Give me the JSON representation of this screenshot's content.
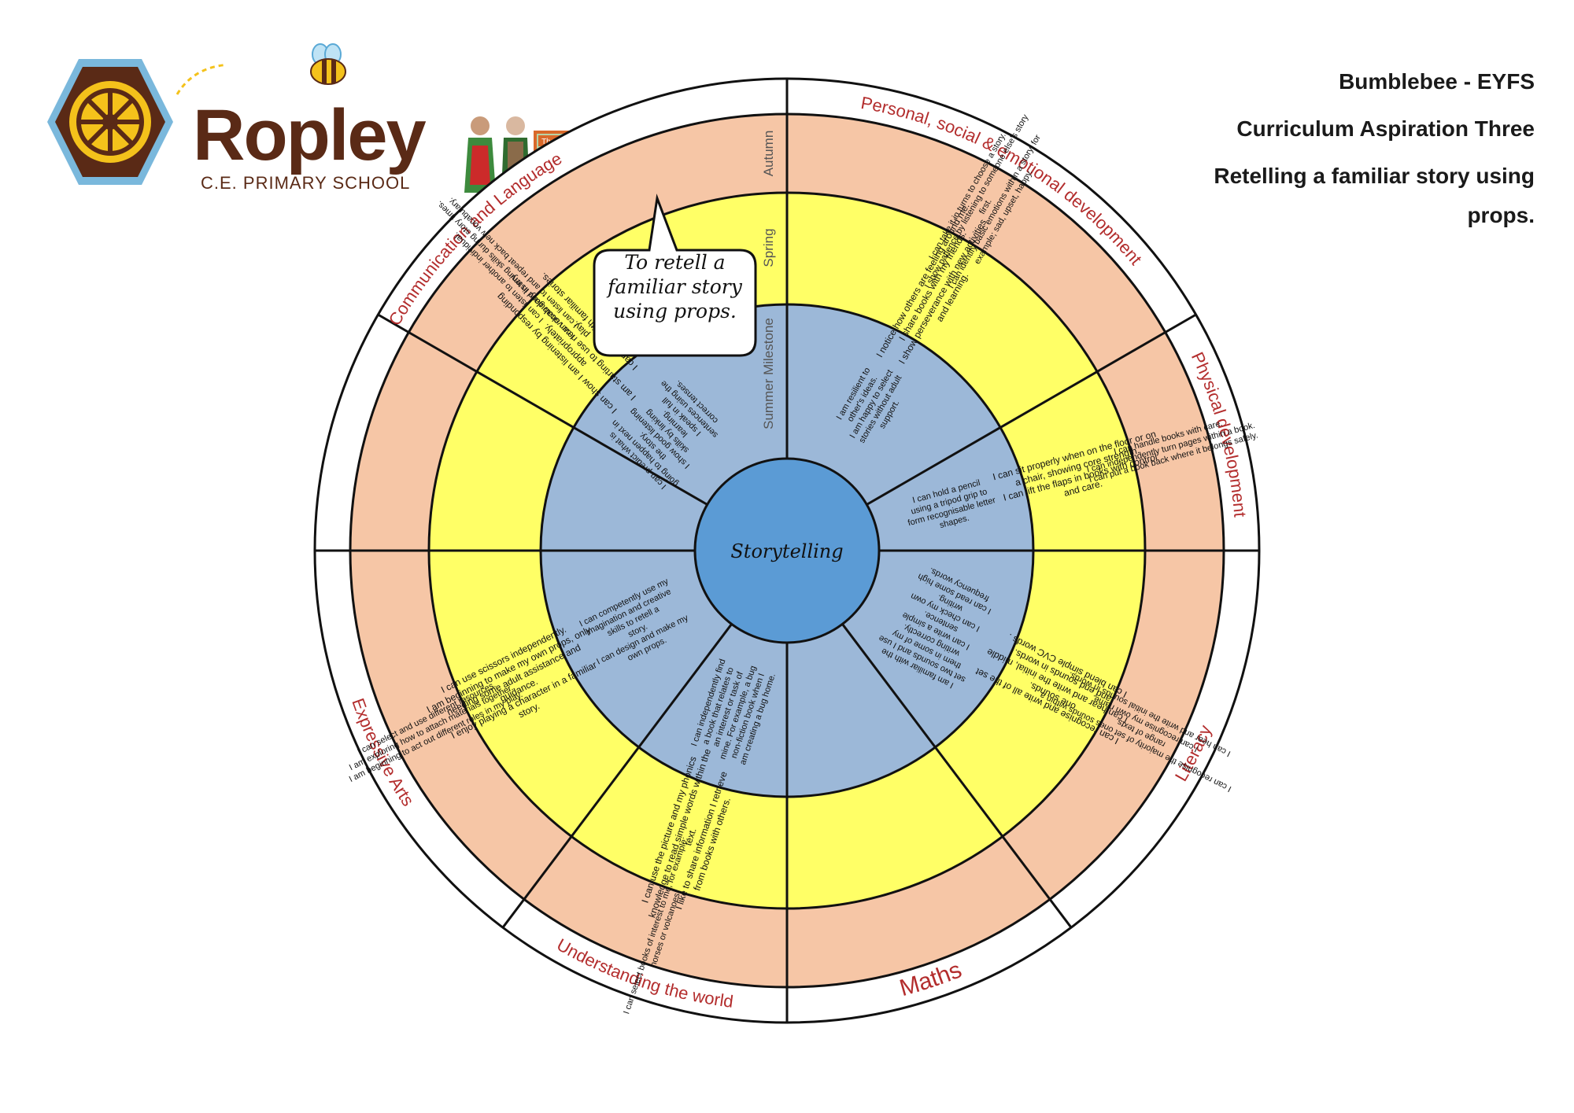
{
  "header": {
    "line1": "Bumblebee - EYFS",
    "line2": "Curriculum Aspiration Three",
    "line3": "Retelling a familiar  story using",
    "line4": "props."
  },
  "logo": {
    "name": "Ropley",
    "subtitle": "C.E. PRIMARY SCHOOL"
  },
  "speech_bubble": {
    "lines": [
      "To retell a",
      "familiar story",
      "using props."
    ]
  },
  "props_image": {
    "book_title": "The Gingerbread Man"
  },
  "wheel": {
    "centre": "Storytelling",
    "ring_labels": {
      "autumn": "Autumn",
      "spring": "Spring",
      "summer": "Summer Milestone"
    },
    "colors": {
      "outer": "#f6c6a6",
      "middle": "#ffff66",
      "inner": "#9cb8d8",
      "centre": "#5b9bd5",
      "label": "#b32d2d",
      "stroke": "#111111"
    },
    "sectors": [
      {
        "label": "Personal, social & emotional development",
        "autumn": "I can take it in turns to choose a story.\nI show patience by listening to someone else's story first.\nI can identify basic emotions within a story, for example; sad, upset, happy.",
        "spring": "I notice how others are feeling around me.\nI share books with my friends.\nI show perseverance with new activities and learning.",
        "summer": "I am resilient to other's ideas.\nI am happy to select stories without adult support."
      },
      {
        "label": "Physical development",
        "autumn": "I can handle books with care.\nI can independently turn pages within a book.\nI can put a book back where it belongs safely.",
        "spring": "I can sit properly when on the floor or on a chair, showing core strength.\nI can lift the flaps in books with control and care.",
        "summer": "I can hold a pencil using a tripod grip to form recognisable letter shapes."
      },
      {
        "label": "Literacy",
        "autumn": "I can recognise the majority of set ones sounds within a range of texts.\nI can recognise my own name.\nI can hear and write the initial sounds in words.",
        "spring": "I can recognise and write all of the set one sounds.\nI can hear and write the initial, middle and end sounds in words.\nI can blend simple CVC words .",
        "summer": "I am familiar with the set two sounds and I use them in some of my writing correctly.\nI can write a simple sentence.\nI can check my own writing.\nI can read some high frequency words."
      },
      {
        "label": "Maths",
        "autumn": "",
        "spring": "",
        "summer": ""
      },
      {
        "label": "Understanding the world",
        "autumn": "I can select books of interest to me, for example; horses or volcanoes.",
        "spring": "I can use the picture and my phonics knowledge to read simple words within the text.\nI like to share information I retrieve from books with others.",
        "summer": "I can independently find a book that relates to an interest or task of mine. For example, a bug non-fiction book when I am creating a bug home."
      },
      {
        "label": "Expressive Arts",
        "autumn": "I can select and use different resources.\nI am exploring how to attach materials together.\nI am beginning to act out different roles in my play.",
        "spring": "I can use scissors independently.\nI am beginning to make my own props, only needing some adult assistance and guidance.\nI enjoy playing a character in a familiar story.",
        "summer": "I can competently use my imagination and creative skills to retell a story.\nI can design and make my own props."
      },
      {
        "label": "Communication and Language",
        "autumn": "I can listen to another individual.\nI can show good listening skills during story times.\nI can listen to and repeat back new vocabulary.",
        "spring": "I can show I am listening by responding appropriately.\nI am starting to use new vocabulary in my play.\nI can join in with familiar stories.",
        "summer": "I can predict what is going to happen next in the story.\nI show good listening skills by linking learning.\nI speak in full sentences using the correct tenses."
      }
    ]
  }
}
